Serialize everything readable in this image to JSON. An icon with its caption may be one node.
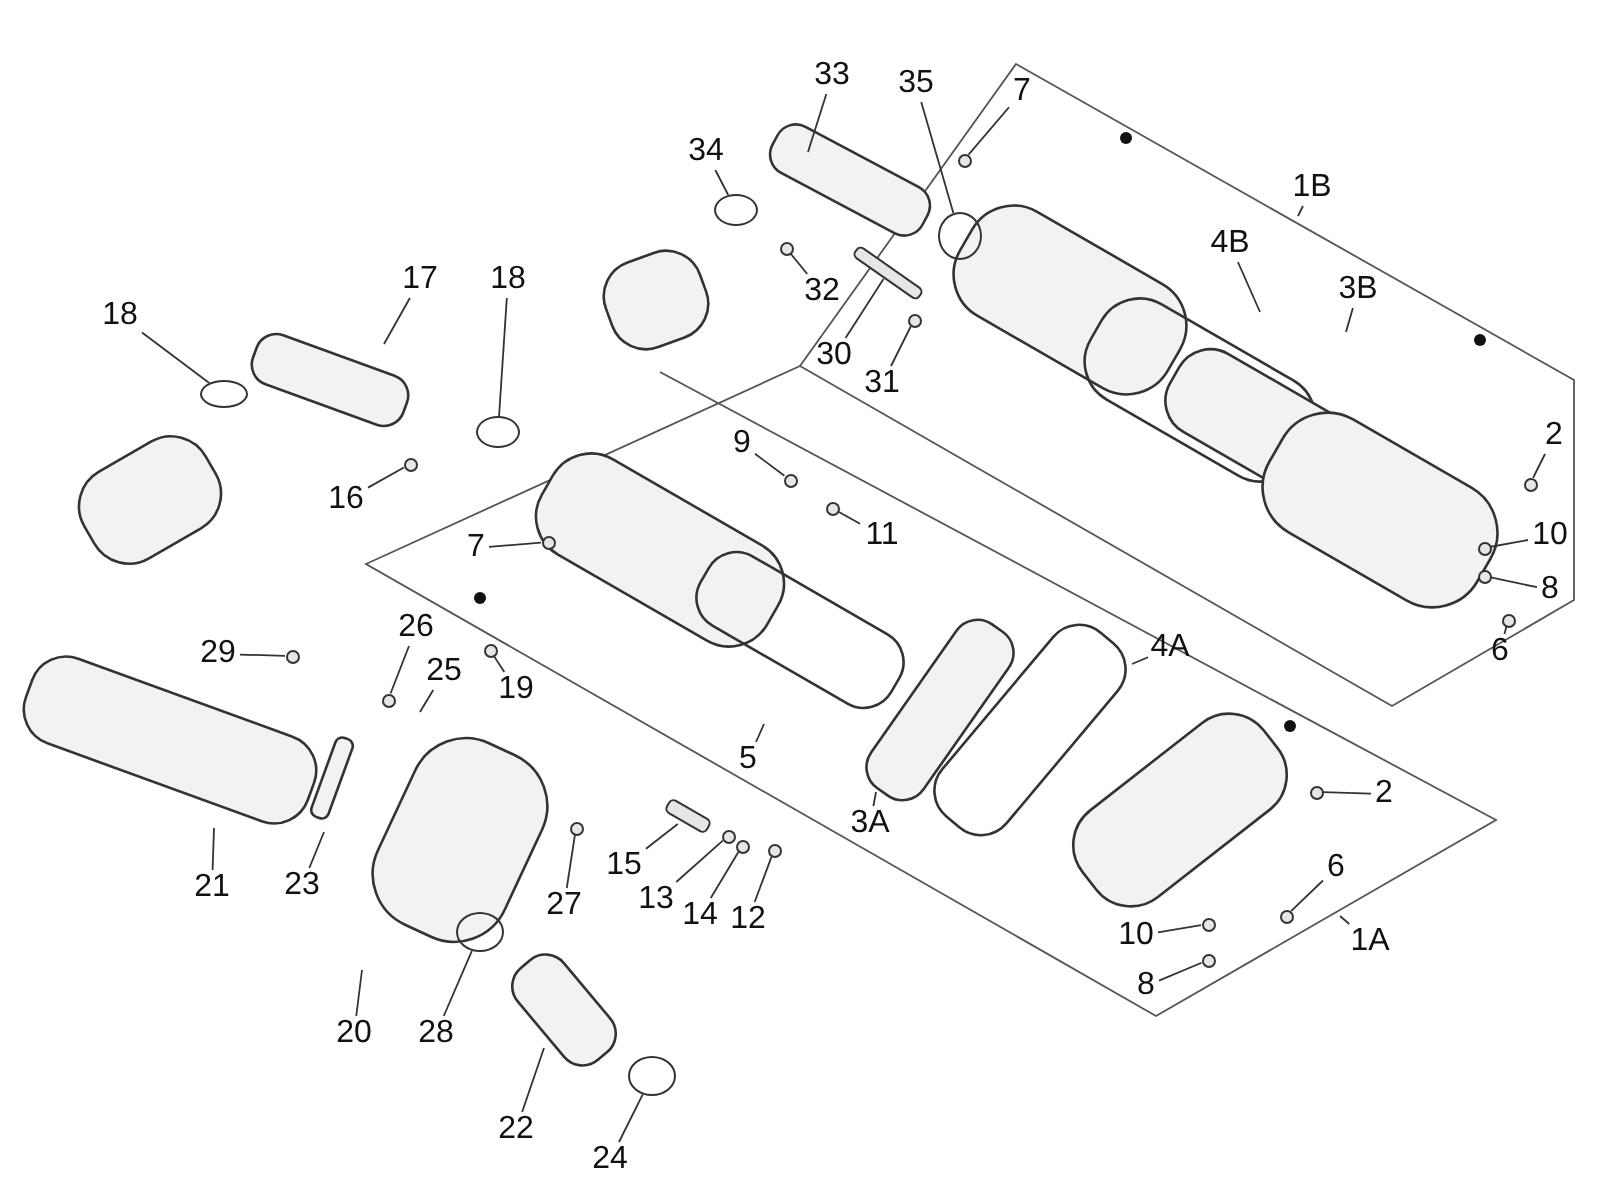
{
  "diagram": {
    "nodes": [
      {
        "text": [
          "33"
        ]
      },
      {
        "text": [
          "35"
        ]
      },
      {
        "text": [
          "7"
        ]
      },
      {
        "text": [
          "34"
        ]
      },
      {
        "text": [
          "1B"
        ]
      },
      {
        "text": [
          "18"
        ]
      },
      {
        "text": [
          "17"
        ]
      },
      {
        "text": [
          "18"
        ]
      },
      {
        "text": [
          "4B"
        ]
      },
      {
        "text": [
          "3B"
        ]
      },
      {
        "text": [
          "32"
        ]
      },
      {
        "text": [
          "30"
        ]
      },
      {
        "text": [
          "31"
        ]
      },
      {
        "text": [
          "16"
        ]
      },
      {
        "text": [
          "9"
        ]
      },
      {
        "text": [
          "11"
        ]
      },
      {
        "text": [
          "2"
        ]
      },
      {
        "text": [
          "7"
        ]
      },
      {
        "text": [
          "10"
        ]
      },
      {
        "text": [
          "8"
        ]
      },
      {
        "text": [
          "6"
        ]
      },
      {
        "text": [
          "29"
        ]
      },
      {
        "text": [
          "26"
        ]
      },
      {
        "text": [
          "25"
        ]
      },
      {
        "text": [
          "19"
        ]
      },
      {
        "text": [
          "5"
        ]
      },
      {
        "text": [
          "4A"
        ]
      },
      {
        "text": [
          "3A"
        ]
      },
      {
        "text": [
          "2"
        ]
      },
      {
        "text": [
          "6"
        ]
      },
      {
        "text": [
          "21"
        ]
      },
      {
        "text": [
          "23"
        ]
      },
      {
        "text": [
          "27"
        ]
      },
      {
        "text": [
          "15"
        ]
      },
      {
        "text": [
          "13"
        ]
      },
      {
        "text": [
          "14"
        ]
      },
      {
        "text": [
          "12"
        ]
      },
      {
        "text": [
          "10"
        ]
      },
      {
        "text": [
          "1A"
        ]
      },
      {
        "text": [
          "8"
        ]
      },
      {
        "text": [
          "20"
        ]
      },
      {
        "text": [
          "28"
        ]
      },
      {
        "text": [
          "22"
        ]
      },
      {
        "text": [
          "24"
        ]
      },
      {
        "text": [],
        "shape": "circle"
      },
      {
        "text": [],
        "shape": "circle"
      },
      {
        "text": [],
        "shape": "circle"
      },
      {
        "text": [],
        "shape": "circle"
      },
      {
        "text": [],
        "shape": "circle"
      },
      {
        "text": [],
        "shape": "circle"
      },
      {
        "text": [],
        "shape": "circle"
      },
      {
        "text": [],
        "shape": "circle"
      },
      {
        "text": [],
        "shape": "circle"
      },
      {
        "text": [],
        "shape": "circle"
      },
      {
        "text": [],
        "shape": "circle"
      },
      {
        "text": [],
        "shape": "circle"
      },
      {
        "text": [],
        "shape": "circle"
      },
      {
        "text": [],
        "shape": "circle"
      },
      {
        "text": [],
        "shape": "circle"
      },
      {
        "text": [],
        "shape": "circle"
      },
      {
        "text": [],
        "shape": "circle"
      },
      {
        "text": [],
        "shape": "circle"
      },
      {
        "text": [],
        "shape": "circle"
      },
      {
        "text": [],
        "shape": "circle"
      },
      {
        "text": [],
        "shape": "circle"
      },
      {
        "text": [],
        "shape": "circle"
      },
      {
        "text": [],
        "shape": "circle"
      },
      {
        "text": [],
        "shape": "circle"
      },
      {
        "text": [],
        "shape": "circle"
      },
      {
        "text": [],
        "shape": "circle"
      },
      {
        "text": [],
        "shape": "circle"
      },
      {
        "text": [],
        "shape": "bar"
      },
      {
        "text": [],
        "shape": "bar"
      },
      {
        "text": [],
        "shape": "circle"
      }
    ],
    "edges": [
      {
        "from": 0,
        "to": null,
        "arrow": "none"
      },
      {
        "from": 1,
        "to": 46,
        "arrow": "none"
      },
      {
        "from": 2,
        "to": 44,
        "arrow": "none"
      },
      {
        "from": 3,
        "to": 45,
        "arrow": "none"
      },
      {
        "from": 4,
        "to": null,
        "arrow": "none"
      },
      {
        "from": 5,
        "to": 48,
        "arrow": "none"
      },
      {
        "from": 6,
        "to": null,
        "arrow": "none"
      },
      {
        "from": 7,
        "to": 49,
        "arrow": "none"
      },
      {
        "from": 8,
        "to": null,
        "arrow": "none"
      },
      {
        "from": 9,
        "to": null,
        "arrow": "none"
      },
      {
        "from": 10,
        "to": 73,
        "arrow": "none"
      },
      {
        "from": 11,
        "to": 72,
        "arrow": "none"
      },
      {
        "from": 12,
        "to": 47,
        "arrow": "none"
      },
      {
        "from": 13,
        "to": 50,
        "arrow": "none"
      },
      {
        "from": 14,
        "to": 51,
        "arrow": "none"
      },
      {
        "from": 15,
        "to": 53,
        "arrow": "none"
      },
      {
        "from": 16,
        "to": 52,
        "arrow": "none"
      },
      {
        "from": 17,
        "to": 54,
        "arrow": "none"
      },
      {
        "from": 18,
        "to": 55,
        "arrow": "none"
      },
      {
        "from": 19,
        "to": 56,
        "arrow": "none"
      },
      {
        "from": 20,
        "to": 57,
        "arrow": "none"
      },
      {
        "from": 21,
        "to": 59,
        "arrow": "none"
      },
      {
        "from": 22,
        "to": 60,
        "arrow": "none"
      },
      {
        "from": 23,
        "to": null,
        "arrow": "none"
      },
      {
        "from": 24,
        "to": 58,
        "arrow": "none"
      },
      {
        "from": 25,
        "to": null,
        "arrow": "none"
      },
      {
        "from": 26,
        "to": null,
        "arrow": "none"
      },
      {
        "from": 27,
        "to": null,
        "arrow": "none"
      },
      {
        "from": 28,
        "to": 61,
        "arrow": "none"
      },
      {
        "from": 29,
        "to": 66,
        "arrow": "none"
      },
      {
        "from": 30,
        "to": null,
        "arrow": "none"
      },
      {
        "from": 31,
        "to": null,
        "arrow": "none"
      },
      {
        "from": 32,
        "to": 62,
        "arrow": "none"
      },
      {
        "from": 33,
        "to": 71,
        "arrow": "none"
      },
      {
        "from": 34,
        "to": 63,
        "arrow": "none"
      },
      {
        "from": 35,
        "to": 64,
        "arrow": "none"
      },
      {
        "from": 36,
        "to": 65,
        "arrow": "none"
      },
      {
        "from": 37,
        "to": 67,
        "arrow": "none"
      },
      {
        "from": 38,
        "to": null,
        "arrow": "none"
      },
      {
        "from": 39,
        "to": 69,
        "arrow": "none"
      },
      {
        "from": 40,
        "to": null,
        "arrow": "none"
      },
      {
        "from": 41,
        "to": 68,
        "arrow": "none"
      },
      {
        "from": 42,
        "to": null,
        "arrow": "none"
      },
      {
        "from": 43,
        "to": 70,
        "arrow": "none"
      }
    ]
  }
}
